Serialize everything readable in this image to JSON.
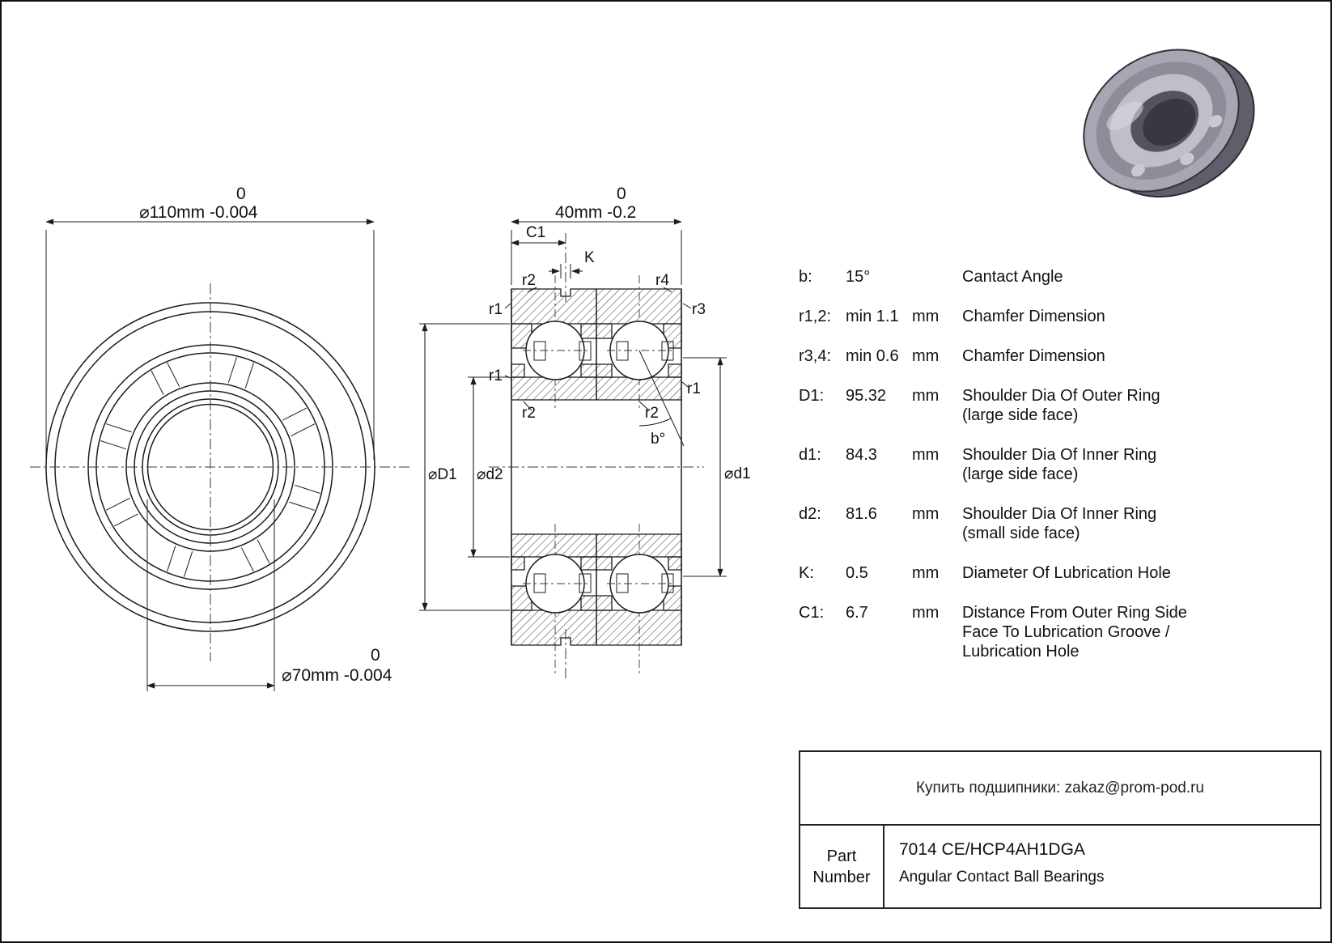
{
  "front_view": {
    "od": {
      "text": "⌀110mm -0.004",
      "upper": "0"
    },
    "bore": {
      "text": "⌀70mm -0.004",
      "upper": "0"
    }
  },
  "section_view": {
    "width": {
      "text": "40mm -0.2",
      "upper": "0"
    },
    "labels": {
      "c1": "C1",
      "k": "K",
      "r2_top_left": "r2",
      "r4_top_right": "r4",
      "r1_left_upper": "r1",
      "r3_right_upper": "r3",
      "r1_left_lower": "r1",
      "r1_right_lower": "r1",
      "r2_left_lower": "r2",
      "r2_right_lower": "r2",
      "b_angle": "b°",
      "dia_D1": "⌀D1",
      "dia_d2": "⌀d2",
      "dia_d1": "⌀d1"
    }
  },
  "specs": [
    {
      "param": "b:",
      "value": "15°",
      "unit": "",
      "desc": "Cantact Angle"
    },
    {
      "param": "r1,2:",
      "value": "min 1.1",
      "unit": "mm",
      "desc": "Chamfer Dimension"
    },
    {
      "param": "r3,4:",
      "value": "min 0.6",
      "unit": "mm",
      "desc": "Chamfer Dimension"
    },
    {
      "param": "D1:",
      "value": "95.32",
      "unit": "mm",
      "desc": "Shoulder Dia Of Outer Ring\n(large side face)"
    },
    {
      "param": "d1:",
      "value": "84.3",
      "unit": "mm",
      "desc": "Shoulder Dia Of Inner Ring\n(large side face)"
    },
    {
      "param": "d2:",
      "value": "81.6",
      "unit": "mm",
      "desc": "Shoulder Dia Of Inner Ring\n(small side face)"
    },
    {
      "param": "K:",
      "value": "0.5",
      "unit": "mm",
      "desc": "Diameter Of Lubrication Hole"
    },
    {
      "param": "C1:",
      "value": "6.7",
      "unit": "mm",
      "desc": "Distance From Outer Ring Side\nFace To Lubrication Groove /\nLubrication Hole"
    }
  ],
  "footer": {
    "contact": "Купить подшипники: zakaz@prom-pod.ru",
    "part_label": "Part\nNumber",
    "part_number": "7014 CE/HCP4AH1DGA",
    "part_type": "Angular Contact Ball Bearings"
  }
}
